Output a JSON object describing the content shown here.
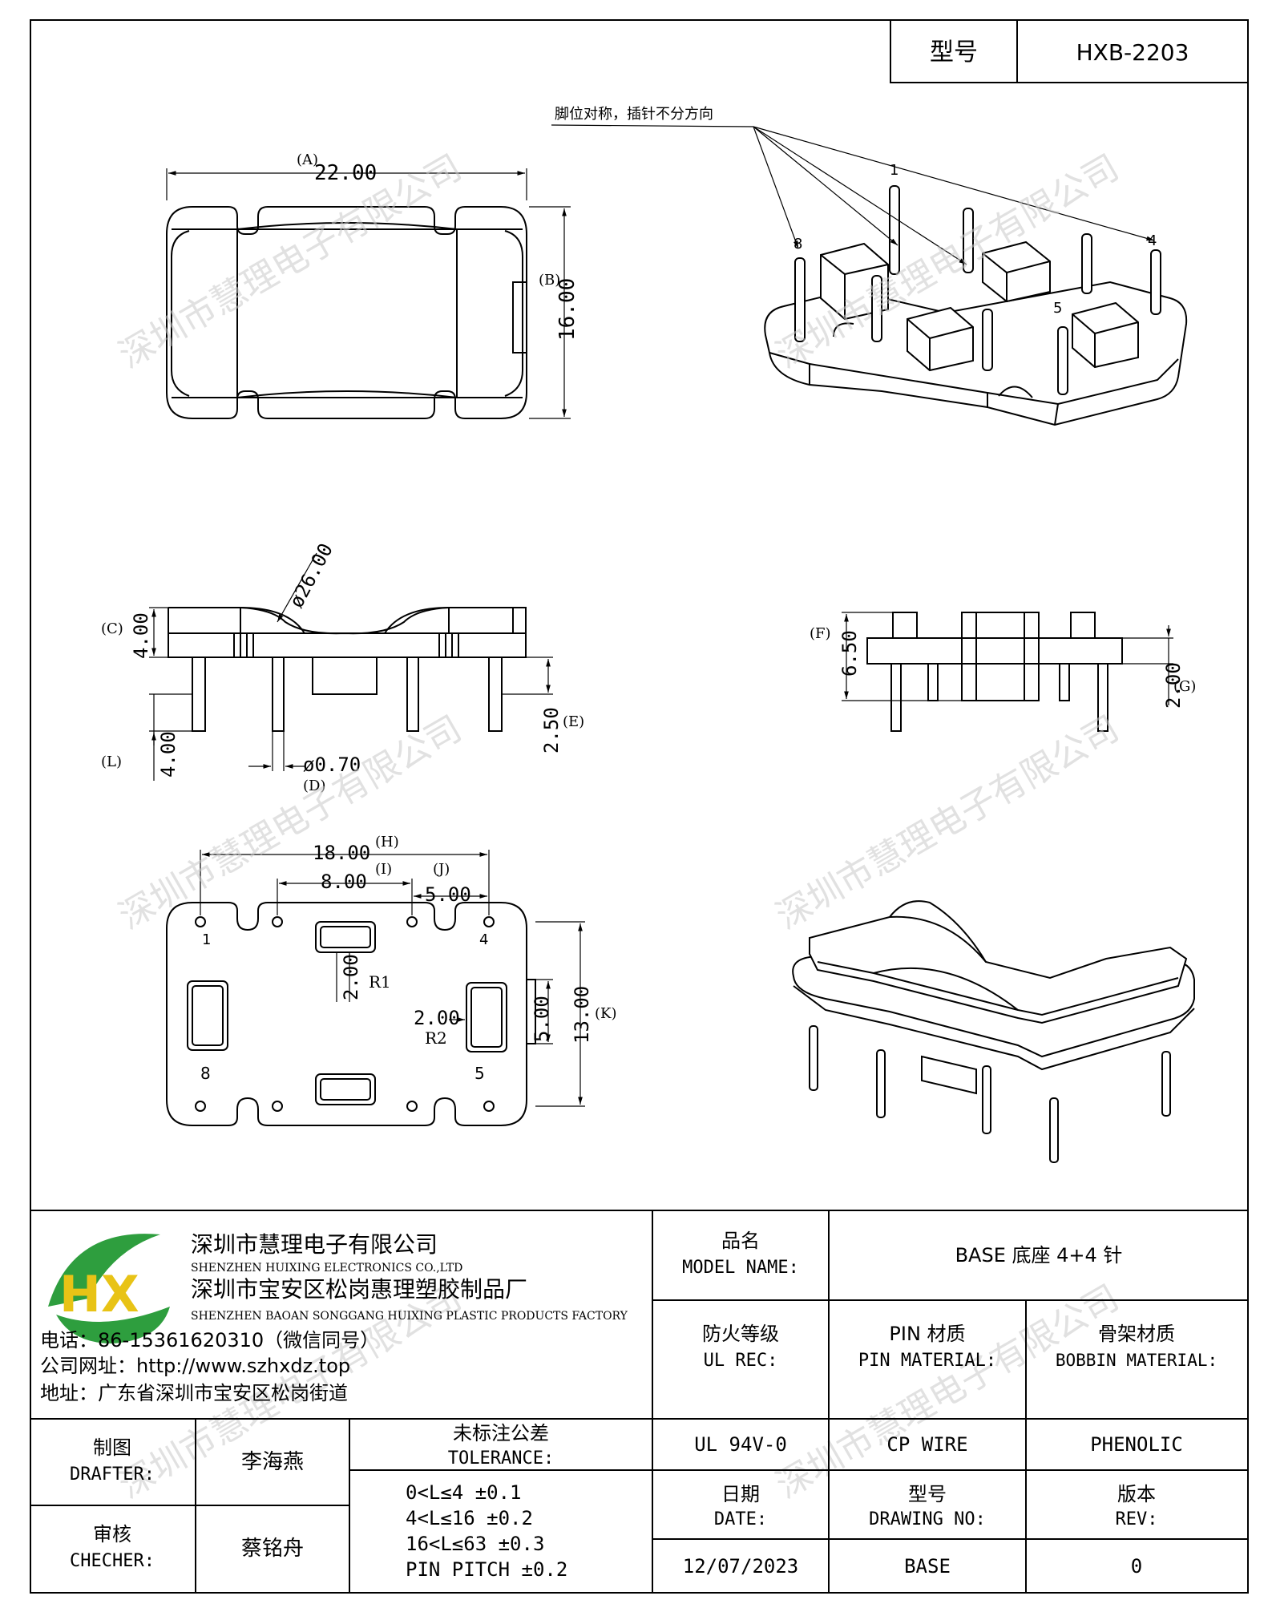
{
  "header": {
    "model_label": "型号",
    "model_value": "HXB-2203"
  },
  "note": "脚位对称，插针不分方向",
  "watermark": "深圳市慧理电子有限公司",
  "dims": {
    "A": "(A)",
    "A_val": "22.00",
    "B": "(B)",
    "B_val": "16.00",
    "C": "(C)",
    "C_val": "4.00",
    "dia": "ø26.00",
    "E": "(E)",
    "E_val": "2.50",
    "L": "(L)",
    "L_val": "4.00",
    "D": "(D)",
    "D_val": "ø0.70",
    "F": "(F)",
    "F_val": "6.50",
    "G": "(G)",
    "G_val": "2.00",
    "H": "(H)",
    "H_val": "18.00",
    "I": "(I)",
    "I_val": "8.00",
    "J": "(J)",
    "J_val": "5.00",
    "K": "(K)",
    "K_val": "13.00",
    "R1": "R1",
    "R1_val": "2.00",
    "R2": "R2",
    "R2_val": "2.00",
    "slot_val": "5.00"
  },
  "pins": {
    "p1": "1",
    "p4": "4",
    "p5": "5",
    "p8": "8"
  },
  "company": {
    "name_cn": "深圳市慧理电子有限公司",
    "name_en": "SHENZHEN HUIXING ELECTRONICS CO.,LTD",
    "factory_cn": "深圳市宝安区松岗惠理塑胶制品厂",
    "factory_en": "SHENZHEN BAOAN SONGGANG HUIXING PLASTIC PRODUCTS FACTORY",
    "phone": "电话：86-15361620310（微信同号）",
    "website": "公司网址：http://www.szhxdz.top",
    "address": "地址：广东省深圳市宝安区松岗街道",
    "logo_text": "HX"
  },
  "titleblock": {
    "model_name_cn": "品名",
    "model_name_en": "MODEL NAME:",
    "model_name_value": "BASE 底座 4+4 针",
    "fire_cn": "防火等级",
    "fire_en": "UL REC:",
    "pin_mat_cn": "PIN 材质",
    "pin_mat_en": "PIN MATERIAL:",
    "bobbin_mat_cn": "骨架材质",
    "bobbin_mat_en": "BOBBIN MATERIAL:",
    "fire_value": "UL 94V-0",
    "pin_value": "CP WIRE",
    "bobbin_value": "PHENOLIC",
    "drafter_cn": "制图",
    "drafter_en": "DRAFTER:",
    "drafter_name": "李海燕",
    "checker_cn": "审核",
    "checker_en": "CHECHER:",
    "checker_name": "蔡铭舟",
    "tol_cn": "未标注公差",
    "tol_en": "TOLERANCE:",
    "tol_1": "0<L≤4   ±0.1",
    "tol_2": "4<L≤16  ±0.2",
    "tol_3": "16<L≤63  ±0.3",
    "tol_4": "PIN PITCH  ±0.2",
    "date_cn": "日期",
    "date_en": "DATE:",
    "date_value": "12/07/2023",
    "drawing_cn": "型号",
    "drawing_en": "DRAWING NO:",
    "drawing_value": "BASE",
    "rev_cn": "版本",
    "rev_en": "REV:",
    "rev_value": "0"
  }
}
